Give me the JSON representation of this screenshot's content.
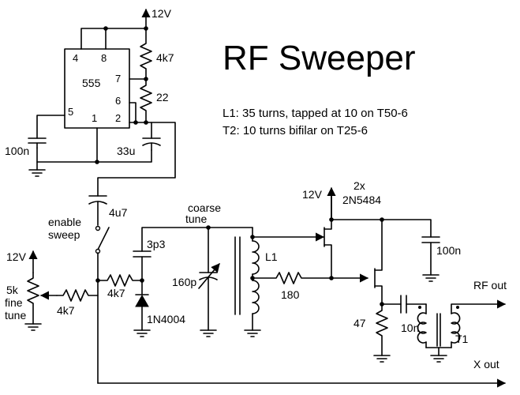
{
  "title": "RF Sweeper",
  "notes": [
    "L1: 35 turns, tapped at 10 on T50-6",
    "T2: 10 turns bifilar on T25-6"
  ],
  "ic": {
    "name": "555",
    "pins": {
      "p4": "4",
      "p8": "8",
      "p7": "7",
      "p6": "6",
      "p5": "5",
      "p1": "1",
      "p2": "2"
    }
  },
  "supply": {
    "top": "12V",
    "fet": "12V",
    "pot": "12V"
  },
  "labels": {
    "r4k7_top": "4k7",
    "r22": "22",
    "c100n_left": "100n",
    "c33u": "33u",
    "c4u7": "4u7",
    "enable": "enable",
    "sweep": "sweep",
    "r5k": "5k",
    "fine": "fine",
    "tune_fine": "tune",
    "r4k7_left": "4k7",
    "r4k7_mid": "4k7",
    "c3p3": "3p3",
    "d1n4004": "1N4004",
    "coarse": "coarse",
    "tune_coarse": "tune",
    "c160p": "160p",
    "l1": "L1",
    "r180": "180",
    "fet_count": "2x",
    "fet_part": "2N5484",
    "c100n_right": "100n",
    "r47": "47",
    "c10n": "10n",
    "t1": "T1",
    "rf_out": "RF out",
    "x_out": "X out"
  }
}
